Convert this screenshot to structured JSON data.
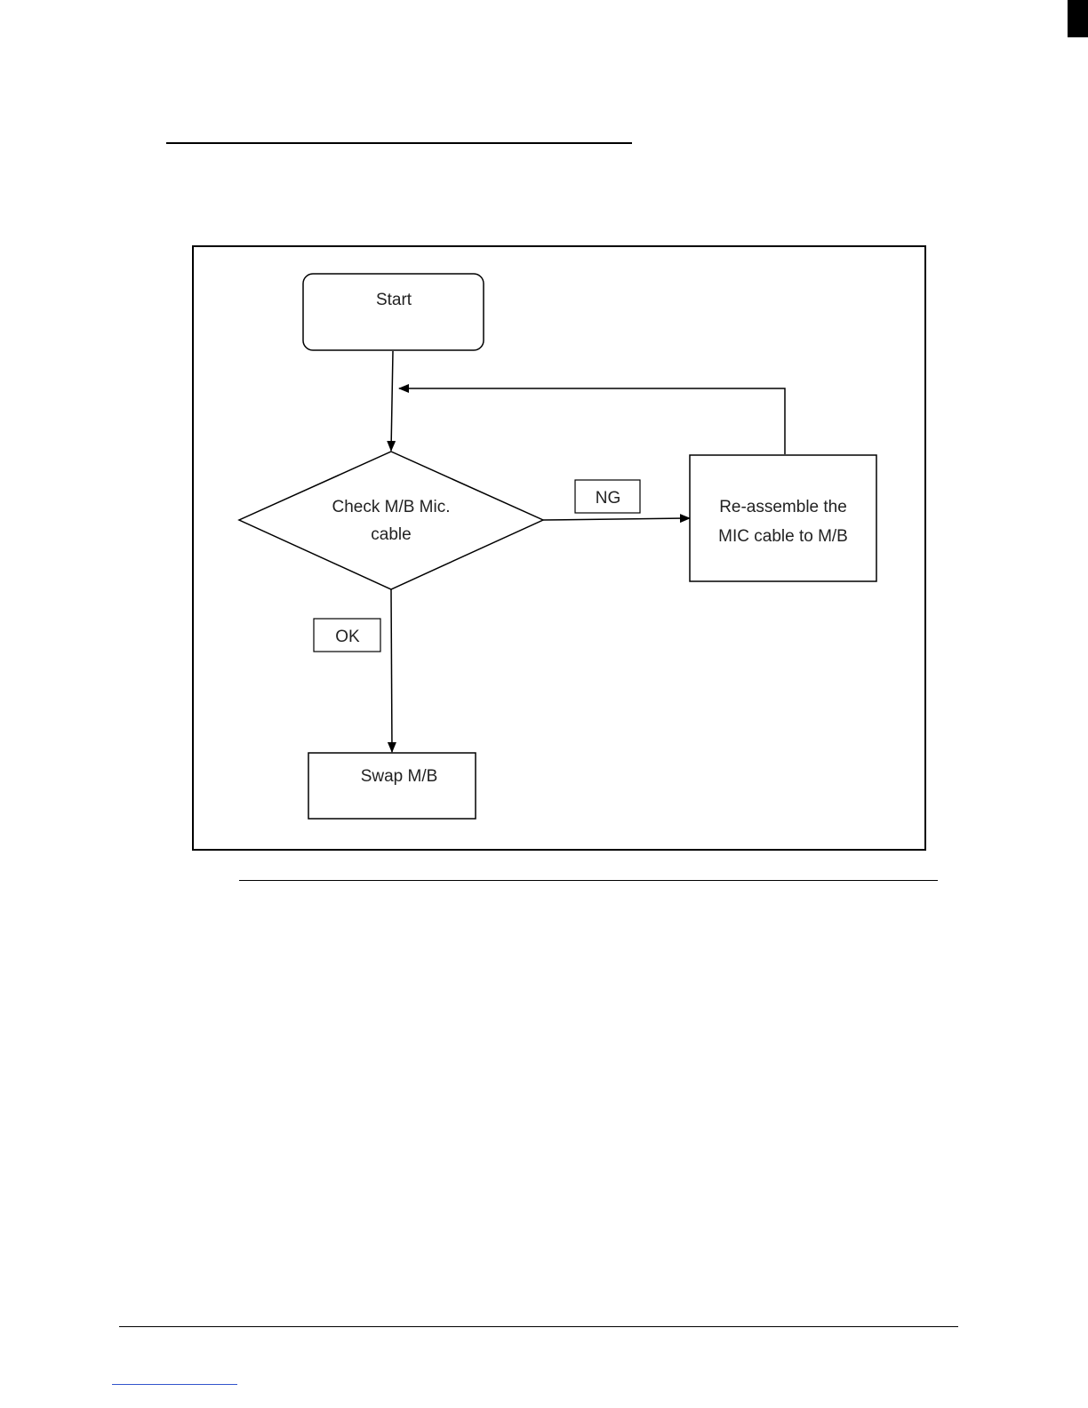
{
  "flowchart": {
    "start": "Start",
    "decision": [
      "Check M/B Mic.",
      "cable"
    ],
    "fix_step": [
      "Re-assemble the",
      "MIC cable to M/B"
    ],
    "ng_label": "NG",
    "ok_label": "OK",
    "end_step": "Swap M/B"
  },
  "colors": {
    "line": "#000000",
    "text": "#222222",
    "link": "#3355cc"
  }
}
